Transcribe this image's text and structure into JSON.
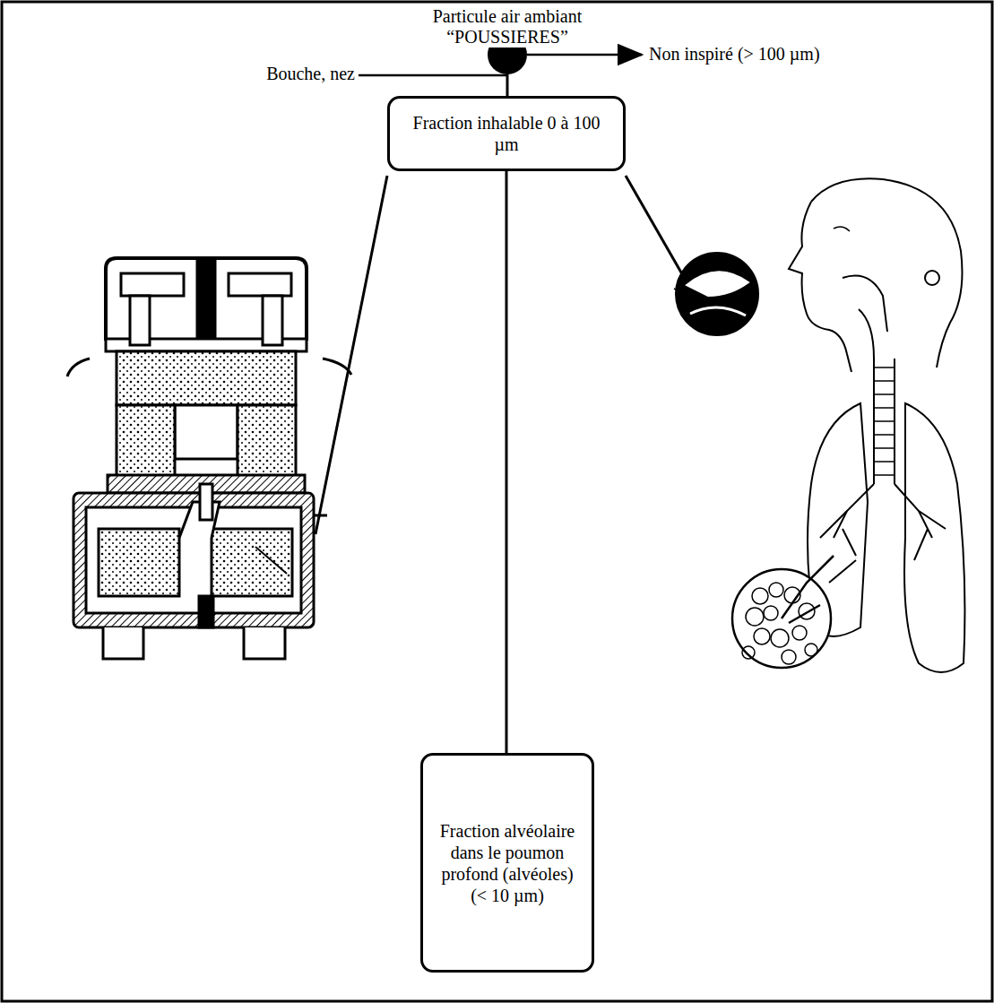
{
  "diagram": {
    "nodes": [
      {
        "text": [
          "Fraction inhalable 0 à 100 µm"
        ]
      },
      {
        "text": [
          "Fraction alvéolaire dans le poumon profond (alvéoles) (< 10 µm)"
        ]
      }
    ],
    "edges": [
      {
        "from": 0,
        "to": 1,
        "arrow": "none"
      }
    ],
    "labels": [
      "Particule air ambiant",
      "“POUSSIERES”",
      "Non inspiré (> 100 µm)",
      "Bouche, nez"
    ]
  }
}
